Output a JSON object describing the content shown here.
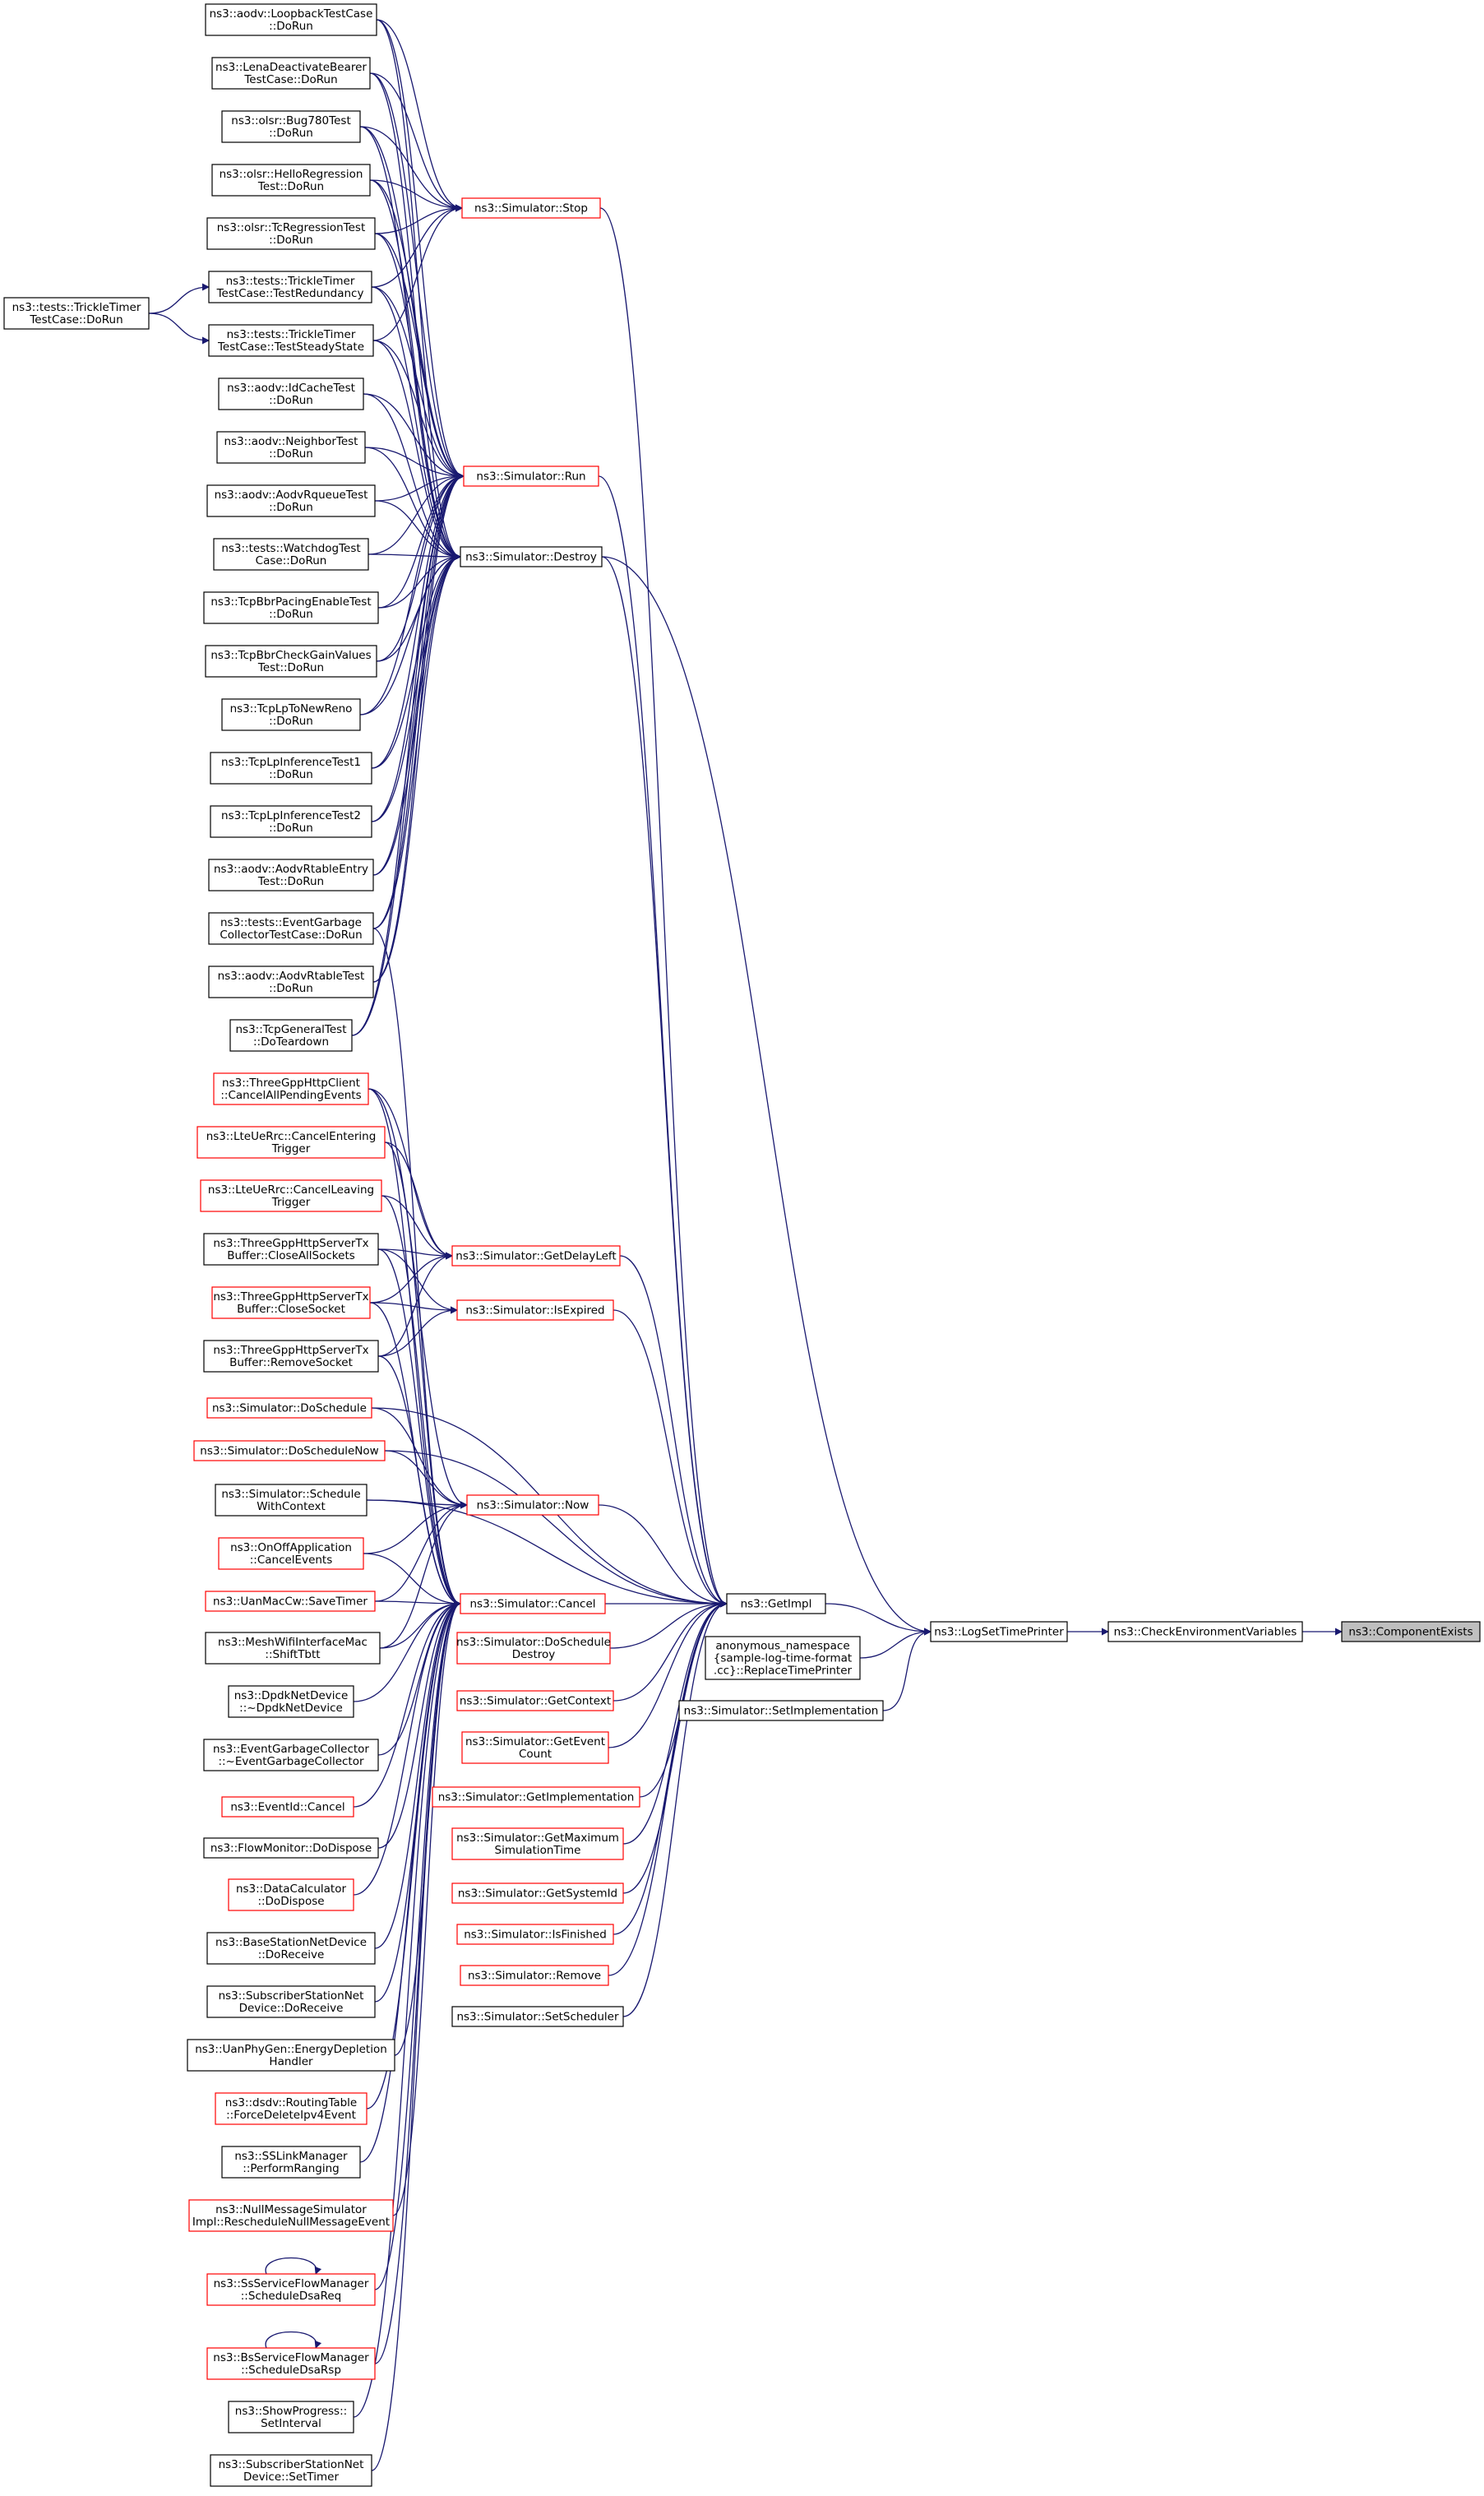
{
  "colors": {
    "edge": "#191970",
    "node_border_black": "#000000",
    "node_border_red": "#ff0000",
    "node_fill": "#ffffff",
    "highlight_fill": "#bfbfbf"
  },
  "nodes": {
    "n1": {
      "lines": [
        "ns3::aodv::LoopbackTestCase",
        "::DoRun"
      ],
      "border": "black"
    },
    "n2": {
      "lines": [
        "ns3::LenaDeactivateBearer",
        "TestCase::DoRun"
      ],
      "border": "black"
    },
    "n3": {
      "lines": [
        "ns3::olsr::Bug780Test",
        "::DoRun"
      ],
      "border": "black"
    },
    "n4": {
      "lines": [
        "ns3::olsr::HelloRegression",
        "Test::DoRun"
      ],
      "border": "black"
    },
    "n5": {
      "lines": [
        "ns3::olsr::TcRegressionTest",
        "::DoRun"
      ],
      "border": "black"
    },
    "n6": {
      "lines": [
        "ns3::tests::TrickleTimer",
        "TestCase::TestRedundancy"
      ],
      "border": "black"
    },
    "n7": {
      "lines": [
        "ns3::tests::TrickleTimer",
        "TestCase::TestSteadyState"
      ],
      "border": "black"
    },
    "n8": {
      "lines": [
        "ns3::aodv::IdCacheTest",
        "::DoRun"
      ],
      "border": "black"
    },
    "n9": {
      "lines": [
        "ns3::aodv::NeighborTest",
        "::DoRun"
      ],
      "border": "black"
    },
    "n10": {
      "lines": [
        "ns3::aodv::AodvRqueueTest",
        "::DoRun"
      ],
      "border": "black"
    },
    "n11": {
      "lines": [
        "ns3::tests::WatchdogTest",
        "Case::DoRun"
      ],
      "border": "black"
    },
    "n12": {
      "lines": [
        "ns3::TcpBbrPacingEnableTest",
        "::DoRun"
      ],
      "border": "black"
    },
    "n13": {
      "lines": [
        "ns3::TcpBbrCheckGainValues",
        "Test::DoRun"
      ],
      "border": "black"
    },
    "n14": {
      "lines": [
        "ns3::TcpLpToNewReno",
        "::DoRun"
      ],
      "border": "black"
    },
    "n15": {
      "lines": [
        "ns3::TcpLpInferenceTest1",
        "::DoRun"
      ],
      "border": "black"
    },
    "n16": {
      "lines": [
        "ns3::TcpLpInferenceTest2",
        "::DoRun"
      ],
      "border": "black"
    },
    "n17": {
      "lines": [
        "ns3::aodv::AodvRtableEntry",
        "Test::DoRun"
      ],
      "border": "black"
    },
    "n18": {
      "lines": [
        "ns3::tests::EventGarbage",
        "CollectorTestCase::DoRun"
      ],
      "border": "black"
    },
    "n19": {
      "lines": [
        "ns3::aodv::AodvRtableTest",
        "::DoRun"
      ],
      "border": "black"
    },
    "n20": {
      "lines": [
        "ns3::TcpGeneralTest",
        "::DoTeardown"
      ],
      "border": "black"
    },
    "n21": {
      "lines": [
        "ns3::ThreeGppHttpClient",
        "::CancelAllPendingEvents"
      ],
      "border": "red"
    },
    "n22": {
      "lines": [
        "ns3::LteUeRrc::CancelEntering",
        "Trigger"
      ],
      "border": "red"
    },
    "n23": {
      "lines": [
        "ns3::LteUeRrc::CancelLeaving",
        "Trigger"
      ],
      "border": "red"
    },
    "n24": {
      "lines": [
        "ns3::ThreeGppHttpServerTx",
        "Buffer::CloseAllSockets"
      ],
      "border": "black"
    },
    "n25": {
      "lines": [
        "ns3::ThreeGppHttpServerTx",
        "Buffer::CloseSocket"
      ],
      "border": "red"
    },
    "n26": {
      "lines": [
        "ns3::ThreeGppHttpServerTx",
        "Buffer::RemoveSocket"
      ],
      "border": "black"
    },
    "n27": {
      "lines": [
        "ns3::Simulator::DoSchedule"
      ],
      "border": "red"
    },
    "n28": {
      "lines": [
        "ns3::Simulator::DoScheduleNow"
      ],
      "border": "red"
    },
    "n29": {
      "lines": [
        "ns3::Simulator::Schedule",
        "WithContext"
      ],
      "border": "black"
    },
    "n30": {
      "lines": [
        "ns3::OnOffApplication",
        "::CancelEvents"
      ],
      "border": "red"
    },
    "n31": {
      "lines": [
        "ns3::UanMacCw::SaveTimer"
      ],
      "border": "red"
    },
    "n32": {
      "lines": [
        "ns3::MeshWifiInterfaceMac",
        "::ShiftTbtt"
      ],
      "border": "black"
    },
    "n33": {
      "lines": [
        "ns3::DpdkNetDevice",
        "::~DpdkNetDevice"
      ],
      "border": "black"
    },
    "n34": {
      "lines": [
        "ns3::EventGarbageCollector",
        "::~EventGarbageCollector"
      ],
      "border": "black"
    },
    "n35": {
      "lines": [
        "ns3::EventId::Cancel"
      ],
      "border": "red"
    },
    "n36": {
      "lines": [
        "ns3::FlowMonitor::DoDispose"
      ],
      "border": "black"
    },
    "n37": {
      "lines": [
        "ns3::DataCalculator",
        "::DoDispose"
      ],
      "border": "red"
    },
    "n38": {
      "lines": [
        "ns3::BaseStationNetDevice",
        "::DoReceive"
      ],
      "border": "black"
    },
    "n39": {
      "lines": [
        "ns3::SubscriberStationNet",
        "Device::DoReceive"
      ],
      "border": "black"
    },
    "n40": {
      "lines": [
        "ns3::UanPhyGen::EnergyDepletion",
        "Handler"
      ],
      "border": "black"
    },
    "n41": {
      "lines": [
        "ns3::dsdv::RoutingTable",
        "::ForceDeleteIpv4Event"
      ],
      "border": "red"
    },
    "n42": {
      "lines": [
        "ns3::SSLinkManager",
        "::PerformRanging"
      ],
      "border": "black"
    },
    "n43": {
      "lines": [
        "ns3::NullMessageSimulator",
        "Impl::RescheduleNullMessageEvent"
      ],
      "border": "red"
    },
    "n44": {
      "lines": [
        "ns3::SsServiceFlowManager",
        "::ScheduleDsaReq"
      ],
      "border": "red"
    },
    "n45": {
      "lines": [
        "ns3::BsServiceFlowManager",
        "::ScheduleDsaRsp"
      ],
      "border": "red"
    },
    "n46": {
      "lines": [
        "ns3::ShowProgress::",
        "SetInterval"
      ],
      "border": "black"
    },
    "n47": {
      "lines": [
        "ns3::SubscriberStationNet",
        "Device::SetTimer"
      ],
      "border": "black"
    },
    "t0": {
      "lines": [
        "ns3::tests::TrickleTimer",
        "TestCase::DoRun"
      ],
      "border": "black"
    },
    "s_stop": {
      "lines": [
        "ns3::Simulator::Stop"
      ],
      "border": "red"
    },
    "s_run": {
      "lines": [
        "ns3::Simulator::Run"
      ],
      "border": "red"
    },
    "s_destroy": {
      "lines": [
        "ns3::Simulator::Destroy"
      ],
      "border": "black"
    },
    "s_getdelayleft": {
      "lines": [
        "ns3::Simulator::GetDelayLeft"
      ],
      "border": "red"
    },
    "s_isexpired": {
      "lines": [
        "ns3::Simulator::IsExpired"
      ],
      "border": "red"
    },
    "s_now": {
      "lines": [
        "ns3::Simulator::Now"
      ],
      "border": "red"
    },
    "s_cancel": {
      "lines": [
        "ns3::Simulator::Cancel"
      ],
      "border": "red"
    },
    "s_doschedule_destroy": {
      "lines": [
        "ns3::Simulator::DoSchedule",
        "Destroy"
      ],
      "border": "red"
    },
    "s_getcontext": {
      "lines": [
        "ns3::Simulator::GetContext"
      ],
      "border": "red"
    },
    "s_geteventcount": {
      "lines": [
        "ns3::Simulator::GetEvent",
        "Count"
      ],
      "border": "red"
    },
    "s_getimplementation": {
      "lines": [
        "ns3::Simulator::GetImplementation"
      ],
      "border": "red"
    },
    "s_getmaxsimtime": {
      "lines": [
        "ns3::Simulator::GetMaximum",
        "SimulationTime"
      ],
      "border": "red"
    },
    "s_getsystemid": {
      "lines": [
        "ns3::Simulator::GetSystemId"
      ],
      "border": "red"
    },
    "s_isfinished": {
      "lines": [
        "ns3::Simulator::IsFinished"
      ],
      "border": "red"
    },
    "s_remove": {
      "lines": [
        "ns3::Simulator::Remove"
      ],
      "border": "red"
    },
    "s_setscheduler": {
      "lines": [
        "ns3::Simulator::SetScheduler"
      ],
      "border": "black"
    },
    "getimpl": {
      "lines": [
        "ns3::GetImpl"
      ],
      "border": "black"
    },
    "replacetime": {
      "lines": [
        "anonymous_namespace",
        "{sample-log-time-format",
        ".cc}::ReplaceTimePrinter"
      ],
      "border": "black"
    },
    "setimpl": {
      "lines": [
        "ns3::Simulator::SetImplementation"
      ],
      "border": "black"
    },
    "logtime": {
      "lines": [
        "ns3::LogSetTimePrinter"
      ],
      "border": "black"
    },
    "checkenv": {
      "lines": [
        "ns3::CheckEnvironmentVariables"
      ],
      "border": "black"
    },
    "compexists": {
      "lines": [
        "ns3::ComponentExists"
      ],
      "border": "black",
      "highlight": true
    }
  }
}
